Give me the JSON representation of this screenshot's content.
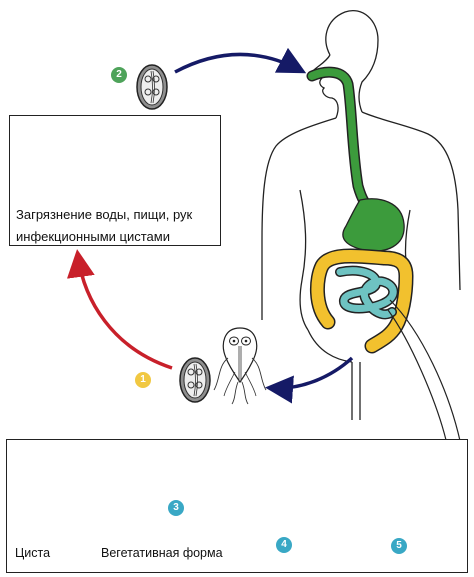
{
  "caption": {
    "line1": "Загрязнение воды, пищи, рук",
    "line2": "инфекционными цистами"
  },
  "lifecycle": {
    "cyst_label": "Циста",
    "trophozoite_label": "Вегетативная форма"
  },
  "steps": {
    "step1": "1",
    "step2": "2",
    "step3": "3",
    "step4": "4",
    "step5": "5"
  },
  "colors": {
    "step1": "#f1c842",
    "step2": "#4ea35a",
    "step3_to_5": "#39a8c5",
    "contamination_arrow": "#c8202a",
    "transmission_arrow": "#151a66",
    "digestive_tract": "#3c9b3c",
    "small_intestine": "#6ec3c2",
    "large_intestine": "#f2c12e"
  },
  "icons": {
    "fruit": [
      "raspberry-icon",
      "apple-icon",
      "pear-icon",
      "water-glass-icon"
    ],
    "parasites": [
      "cyst-icon",
      "trophozoite-icon"
    ]
  }
}
